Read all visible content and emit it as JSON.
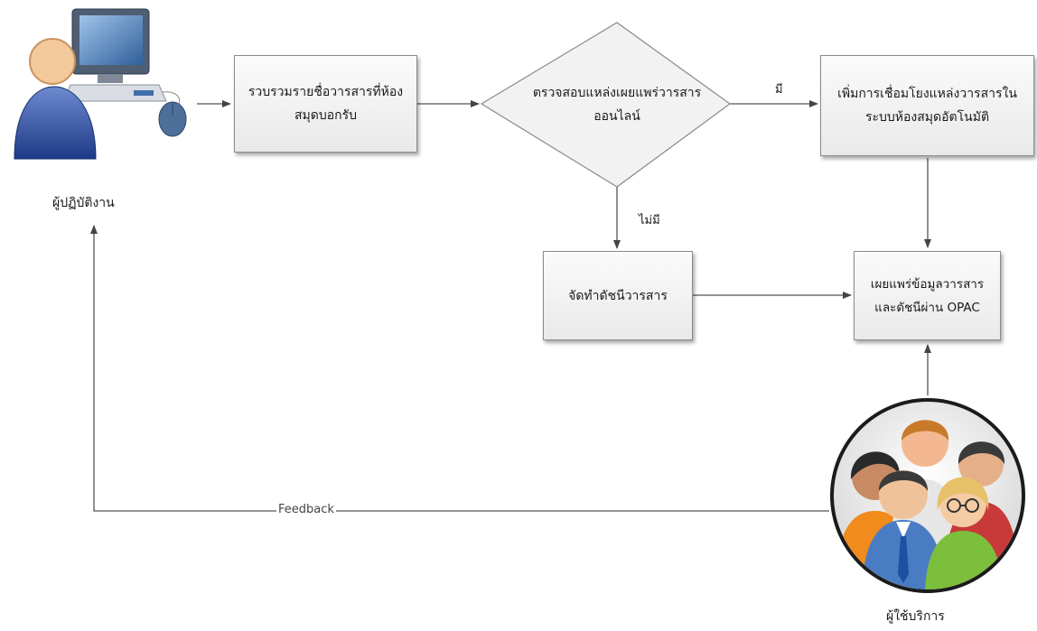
{
  "actors": {
    "operator": "ผู้ปฏิบัติงาน",
    "users": "ผู้ใช้บริการ"
  },
  "nodes": {
    "collect": "รวบรวมรายชื่อวารสารที่ห้องสมุดบอกรับ",
    "check": "ตรวจสอบแหล่งเผยแพร่วารสารออนไลน์",
    "add_link": "เพิ่มการเชื่อมโยงแหล่งวารสารในระบบห้องสมุดอัตโนมัติ",
    "index": "จัดทำดัชนีวารสาร",
    "publish": "เผยแพร่ข้อมูลวารสารและดัชนีผ่าน OPAC"
  },
  "edges": {
    "yes": "มี",
    "no": "ไม่มี",
    "feedback": "Feedback"
  },
  "icons": {
    "operator": "computer-user-icon",
    "users": "user-group-icon"
  }
}
